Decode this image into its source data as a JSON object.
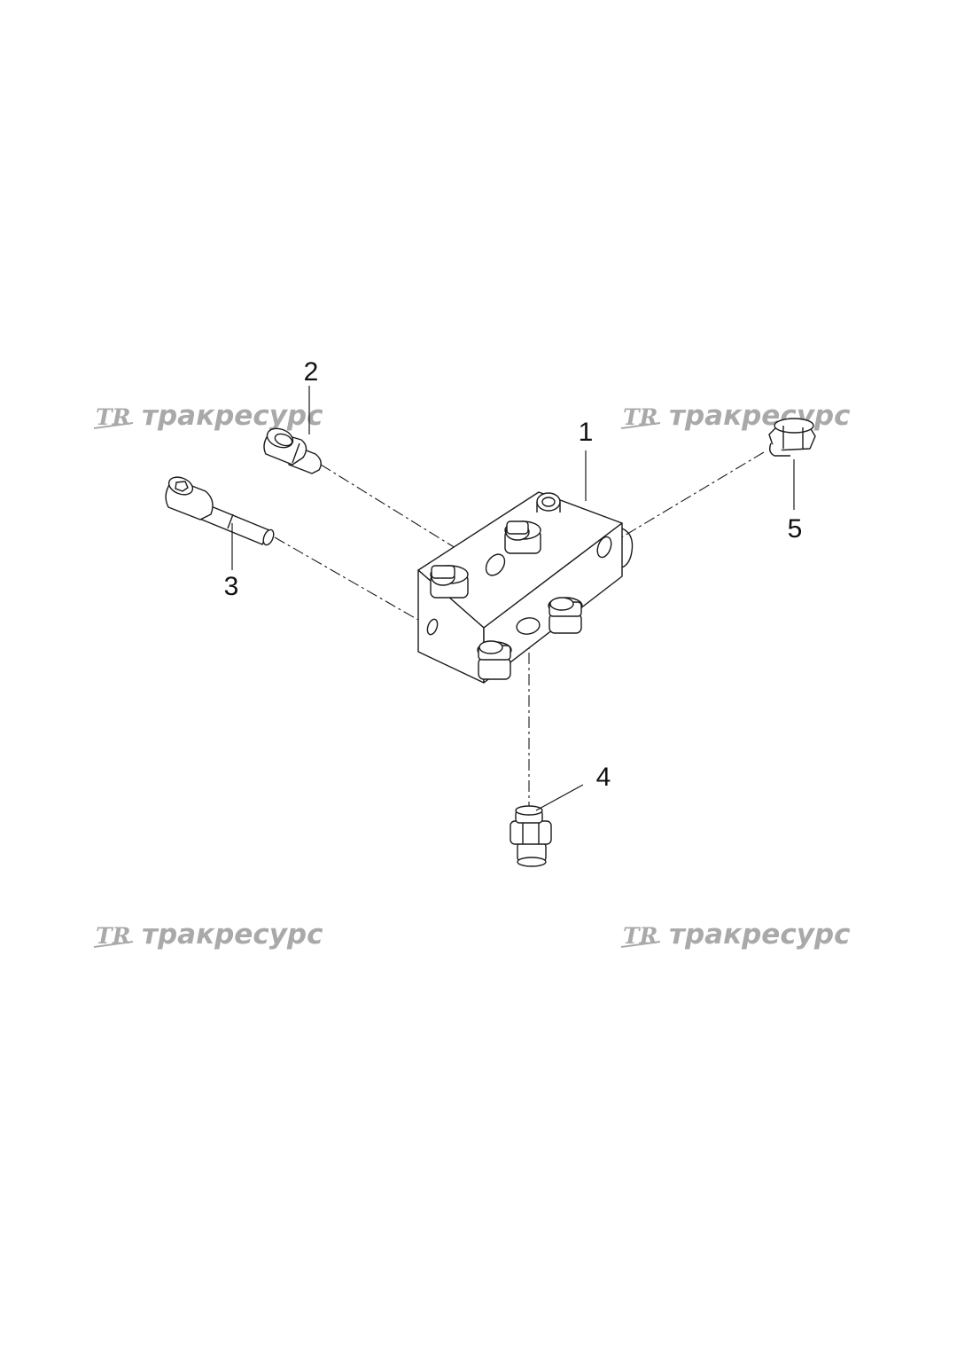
{
  "watermark": {
    "logo": "TR",
    "text": "тракресурс",
    "color": "#a9a9a9"
  },
  "callouts": {
    "part_1": "1",
    "part_2": "2",
    "part_3": "3",
    "part_4": "4",
    "part_5": "5"
  }
}
